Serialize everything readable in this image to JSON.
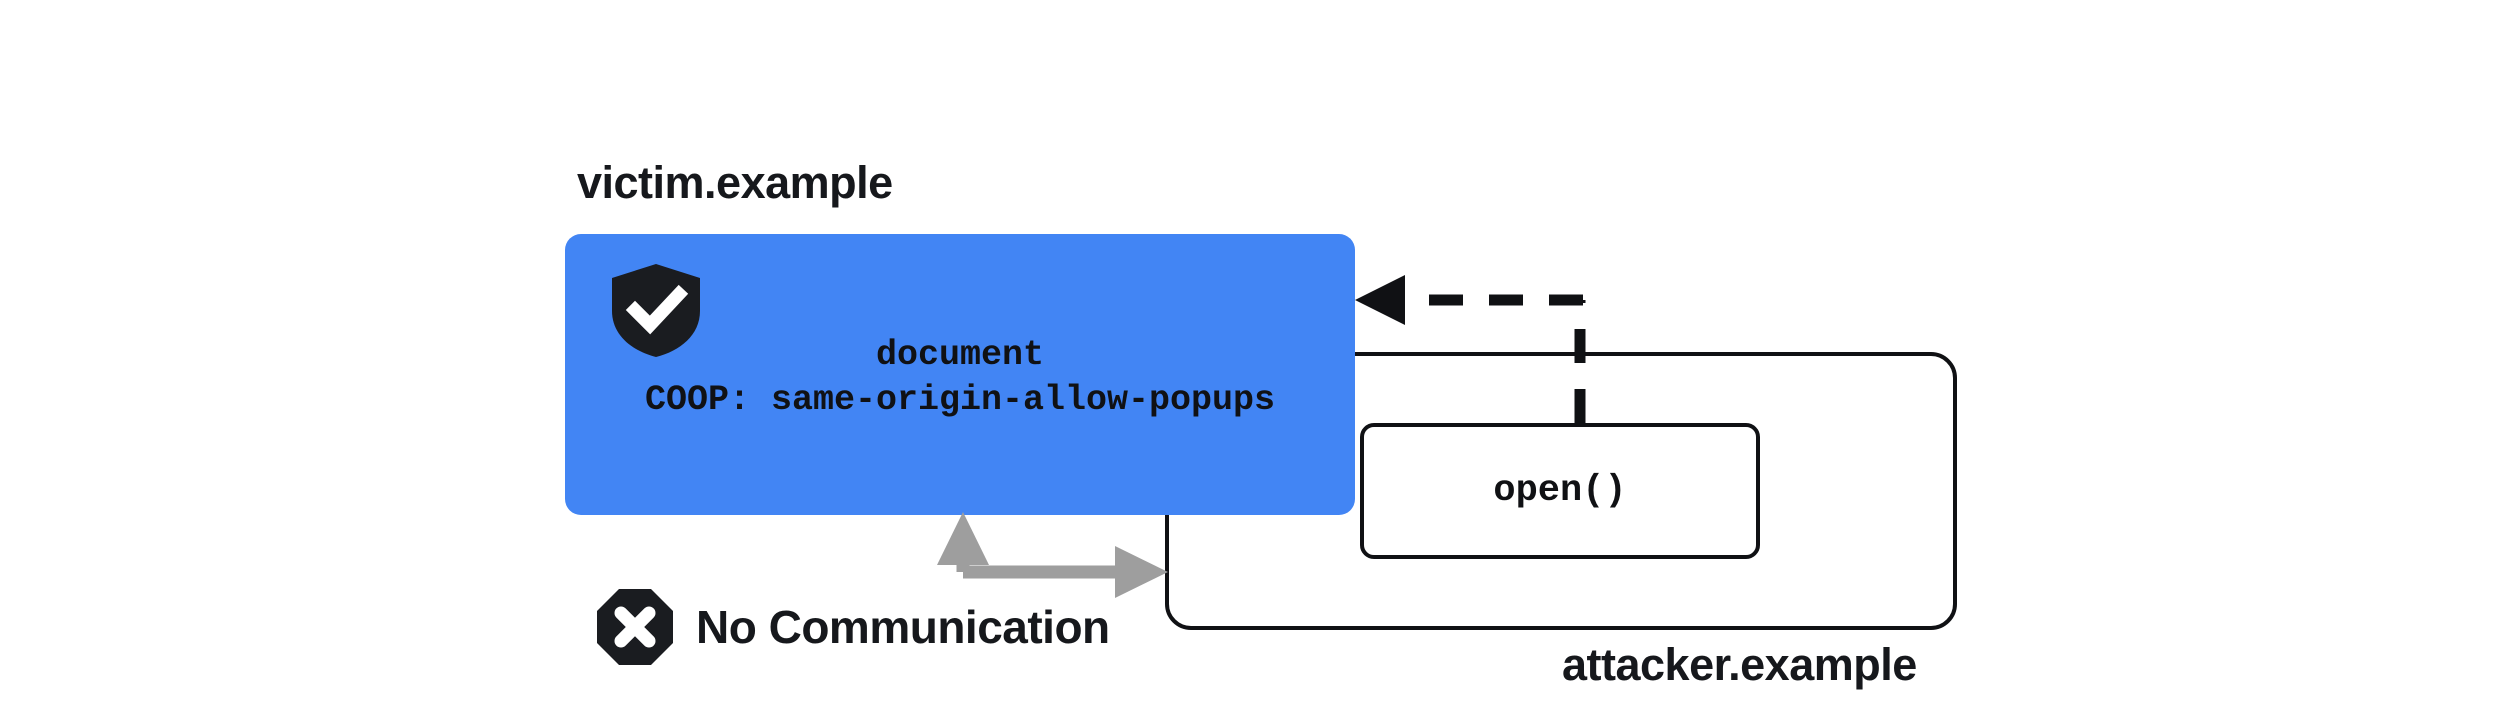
{
  "diagram": {
    "title_context": "COOP same-origin-allow-popups isolates victim document from attacker popup opener",
    "background_color": "#ffffff"
  },
  "victim": {
    "origin_label": "victim.example",
    "box_color": "#4285f4",
    "shield_icon": "shield-check-icon",
    "document_label": "document",
    "coop_header": "COOP: same-origin-allow-popups"
  },
  "attacker": {
    "origin_label": "attacker.example",
    "border_color": "#101114",
    "open_call_label": "open()"
  },
  "relations": {
    "no_communication_label": "No Communication",
    "no_communication_icon": "octagon-x-icon",
    "blocked_arrow_color": "#9e9e9e",
    "open_arrow_style": "dashed",
    "open_arrow_color": "#101114"
  }
}
